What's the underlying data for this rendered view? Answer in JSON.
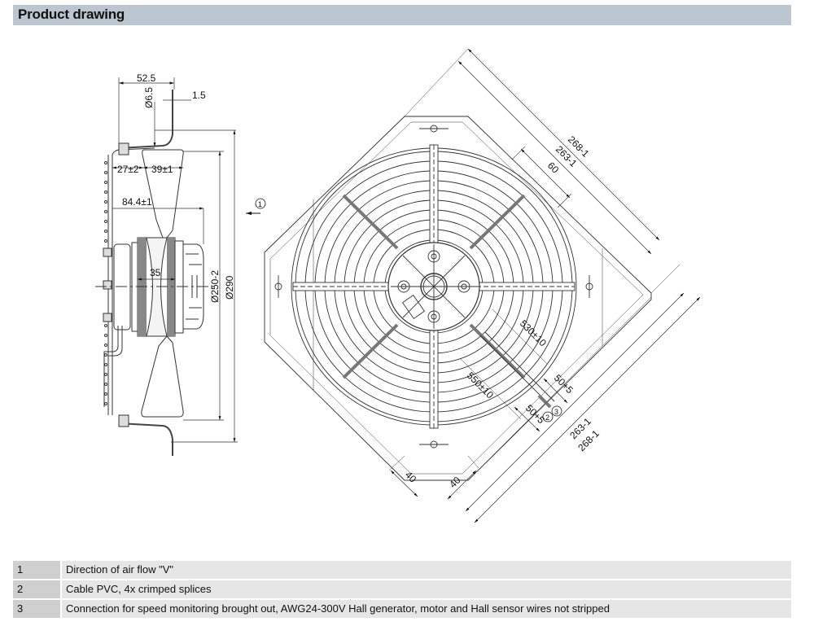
{
  "header": {
    "title": "Product drawing"
  },
  "side_view": {
    "dims": {
      "d52_5": "52.5",
      "d6_5": "Ø6.5",
      "d1_5": "1.5",
      "d27": "27±2",
      "d39": "39±1",
      "d84_4": "84.4±1",
      "d35": "35",
      "d250": "Ø250-2",
      "d290": "Ø290"
    },
    "callout_airflow": "1"
  },
  "front_view": {
    "dims": {
      "d268_top": "268-1",
      "d263_top": "263-1",
      "d60": "60",
      "d530": "530±10",
      "d550": "550±10",
      "d50a": "50+5",
      "d50b": "50+5",
      "d263_bot": "263-1",
      "d268_bot": "268-1",
      "d40a": "40",
      "d40b": "40"
    },
    "callout_cable": "2",
    "callout_connection": "3"
  },
  "legend": [
    {
      "num": "1",
      "text": "Direction of air flow \"V\""
    },
    {
      "num": "2",
      "text": "Cable PVC, 4x crimped splices"
    },
    {
      "num": "3",
      "text": "Connection for speed monitoring brought out, AWG24-300V Hall generator, motor and Hall sensor wires not stripped"
    }
  ]
}
